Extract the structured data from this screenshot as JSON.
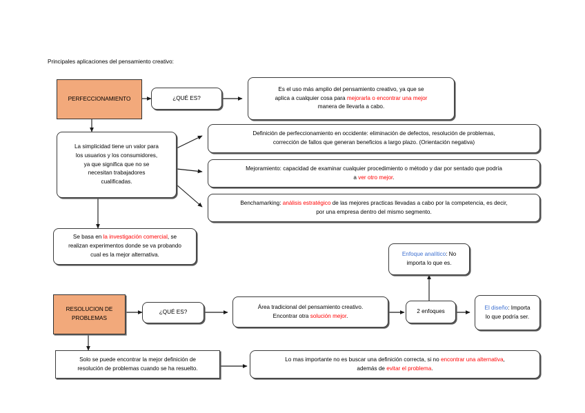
{
  "page": {
    "title_caption": "Principales aplicaciones del pensamiento creativo:",
    "background": "#ffffff",
    "accent_orange": "#F2A97B",
    "highlight_red": "#FF0000",
    "highlight_blue": "#3C6FD0"
  },
  "branch_perfeccionamiento": {
    "root_label": "PERFECCIONAMIENTO",
    "question_label": "¿QUÉ ES?",
    "definition": {
      "line1_a": "Es el uso más amplio del pensamiento creativo, ya que se",
      "line2_a": "aplica a cualquier cosa para ",
      "line2_red": "mejorarla o encontrar una mejor",
      "line3_a": "manera de llevarla a cabo."
    },
    "simplicidad": {
      "line1": "La simplicidad tiene un valor para",
      "line2": "los usuarios y los consumidores,",
      "line3": "ya que significa que no se",
      "line4": "necesitan trabajadores",
      "line5": "cualificadas."
    },
    "definicion_occidente": {
      "line1": "Definición de perfeccionamiento en occidente: eliminación de defectos, resolución de problemas,",
      "line2": "corrección de fallos que generan beneficios a largo plazo. (Orientación negativa)"
    },
    "mejoramiento": {
      "line1": "Mejoramiento: capacidad de examinar cualquier procedimiento o método y dar por sentado que podría",
      "line2_a": "a ",
      "line2_red": "ver otro mejor",
      "line2_b": "."
    },
    "benchmarking": {
      "line1_a": "Benchamarking: ",
      "line1_red": "análisis estratégico",
      "line1_b": " de las mejores practicas llevadas a cabo por la competencia, es decir,",
      "line2": "por una empresa dentro del mismo segmento."
    },
    "investigacion": {
      "line1_a": "Se basa en ",
      "line1_red": "la investigación comercial",
      "line1_b": ", se",
      "line2": "realizan experimentos donde se va probando",
      "line3": "cual es la mejor alternativa."
    }
  },
  "branch_resolucion": {
    "root_label_line1": "RESOLUCION DE",
    "root_label_line2": "PROBLEMAS",
    "question_label": "¿QUÉ ES?",
    "area_tradicional": {
      "line1": "Área tradicional del pensamiento creativo.",
      "line2_a": "Encontrar otra ",
      "line2_red": "solución mejor",
      "line2_b": "."
    },
    "dos_enfoques_label": "2 enfoques",
    "enfoque_analitico": {
      "line1_blue": "Enfoque analítico",
      "line1_b": ": No",
      "line2": "importa lo que es."
    },
    "el_diseno": {
      "line1_blue": "El diseño",
      "line1_b": ": Importa",
      "line2": "lo que podría ser."
    },
    "solo_se_puede": {
      "line1": "Solo se puede encontrar la mejor definición de",
      "line2": "resolución de problemas cuando se ha resuelto."
    },
    "lo_mas_importante": {
      "line1_a": "Lo mas importante no es buscar una definición correcta, si no ",
      "line1_red": "encontrar una alternativa",
      "line1_b": ",",
      "line2_a": "además de ",
      "line2_red": "evitar el problema",
      "line2_b": "."
    }
  }
}
